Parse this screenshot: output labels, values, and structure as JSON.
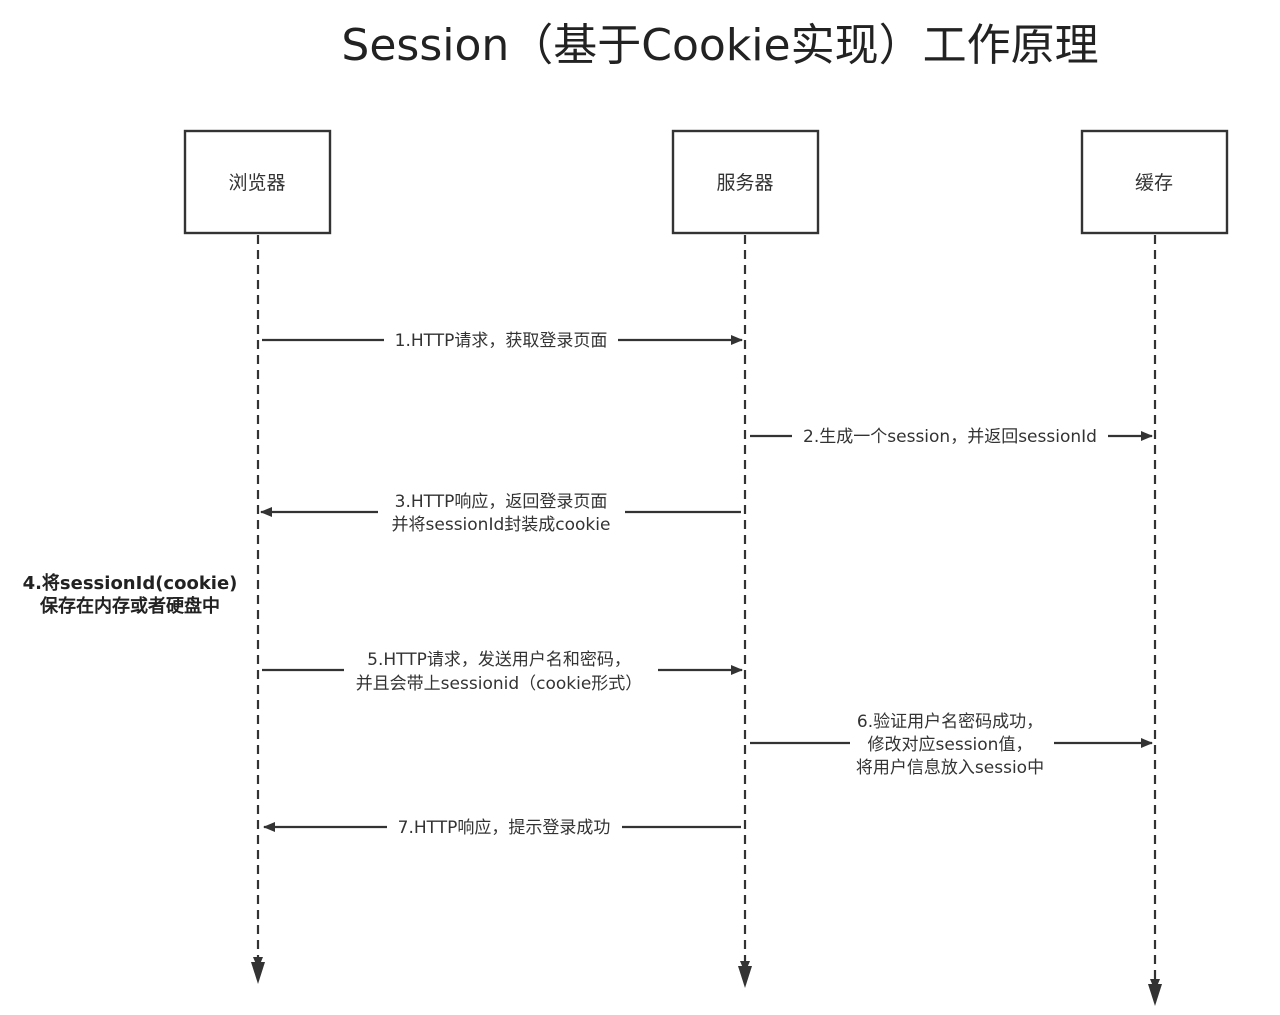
{
  "title": "Session（基于Cookie实现）工作原理",
  "actors": [
    {
      "id": "browser",
      "label": "浏览器"
    },
    {
      "id": "server",
      "label": "服务器"
    },
    {
      "id": "cache",
      "label": "缓存"
    }
  ],
  "messages": [
    {
      "id": "m1",
      "lines": [
        "1.HTTP请求，获取登录页面"
      ]
    },
    {
      "id": "m2",
      "lines": [
        "2.生成一个session，并返回sessionId"
      ]
    },
    {
      "id": "m3",
      "lines": [
        "3.HTTP响应，返回登录页面",
        "并将sessionId封装成cookie"
      ]
    },
    {
      "id": "m5",
      "lines": [
        "5.HTTP请求，发送用户名和密码，",
        "并且会带上sessionid（cookie形式）"
      ]
    },
    {
      "id": "m6",
      "lines": [
        "6.验证用户名密码成功，",
        "修改对应session值，",
        "将用户信息放入sessio中"
      ]
    },
    {
      "id": "m7",
      "lines": [
        "7.HTTP响应，提示登录成功"
      ]
    }
  ],
  "notes": [
    {
      "id": "n4",
      "lines": [
        "4.将sessionId(cookie)",
        "保存在内存或者硬盘中"
      ]
    }
  ]
}
